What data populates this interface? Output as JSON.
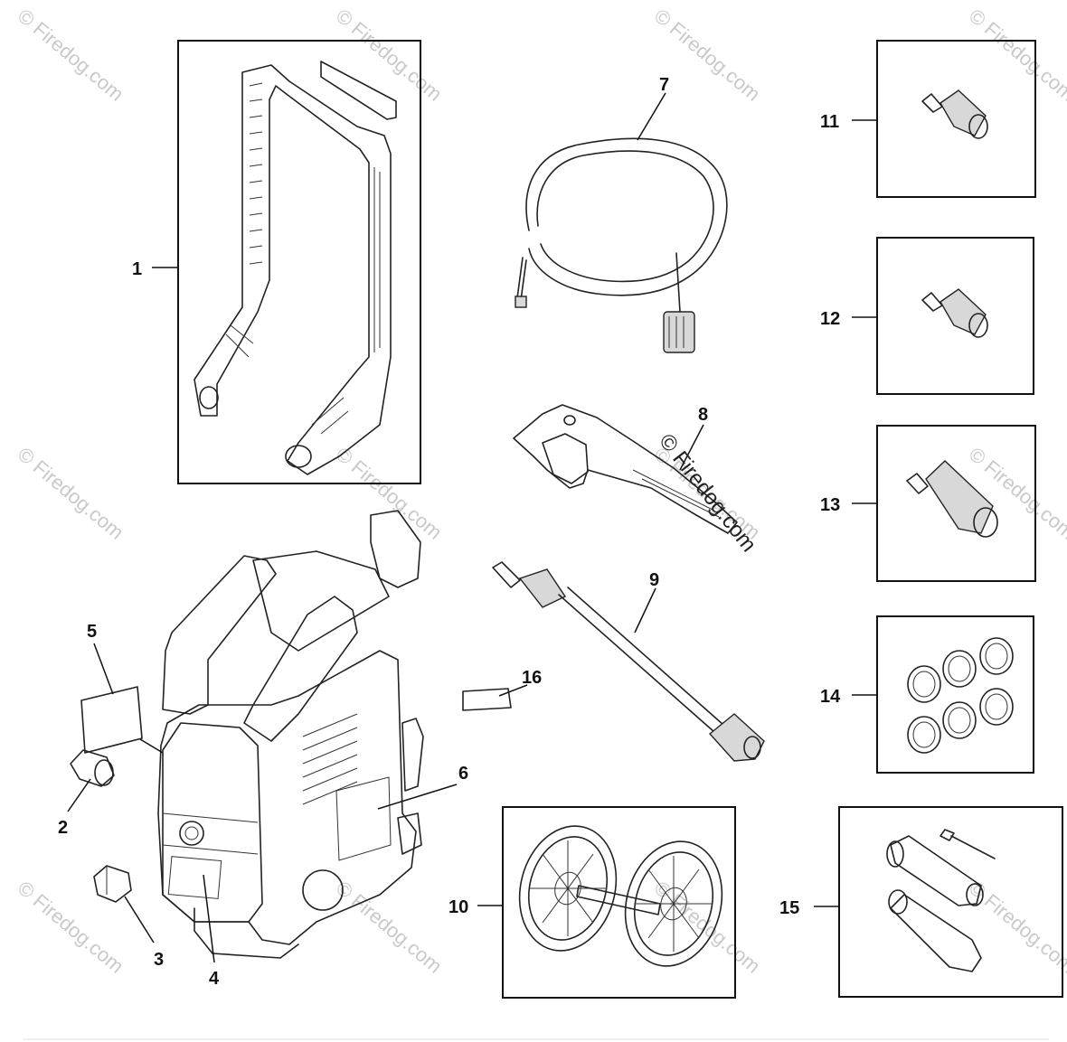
{
  "watermarks": {
    "light": [
      "© Firedog.com",
      "© Firedog.com",
      "© Firedog.com",
      "© Firedog.com",
      "© Firedog.com",
      "© Firedog.com",
      "© Firedog.com",
      "© Firedog.com",
      "© Firedog.com",
      "© Firedog.com",
      "© Firedog.com",
      "© Firedog.com"
    ],
    "dark": "© Firedog.com"
  },
  "callouts": {
    "c1": "1",
    "c2": "2",
    "c3": "3",
    "c4": "4",
    "c5": "5",
    "c6": "6",
    "c7": "7",
    "c8": "8",
    "c9": "9",
    "c10": "10",
    "c11": "11",
    "c12": "12",
    "c13": "13",
    "c14": "14",
    "c15": "15",
    "c16": "16"
  },
  "colors": {
    "line": "#111111",
    "watermark": "#c9c9c9",
    "background": "#ffffff"
  }
}
